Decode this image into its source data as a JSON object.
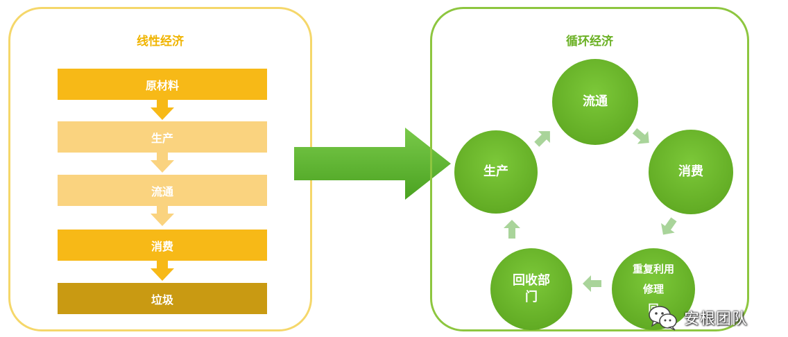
{
  "linear": {
    "title": "线性经济",
    "steps": [
      {
        "label": "原材料",
        "color": "#f7b917"
      },
      {
        "label": "生产",
        "color": "#fad37f"
      },
      {
        "label": "流通",
        "color": "#fad37f"
      },
      {
        "label": "消费",
        "color": "#f7b917"
      },
      {
        "label": "垃圾",
        "color": "#c99a12"
      }
    ],
    "arrow_colors": [
      "#f7b917",
      "#fad37f",
      "#fad37f",
      "#f7b917"
    ]
  },
  "circular": {
    "title": "循环经济",
    "nodes": {
      "production": "生产",
      "circulation": "流通",
      "consumption": "消费",
      "reuse": [
        "重复利用",
        "修理",
        "回"
      ],
      "recycling": [
        "回收部",
        "门"
      ]
    },
    "accent": "#63ad25",
    "arrow_color": "#a9d49a"
  },
  "transition_arrow": {
    "color": "#5db52c"
  },
  "watermark": {
    "text": "安根团队",
    "icon": "wechat-icon"
  }
}
